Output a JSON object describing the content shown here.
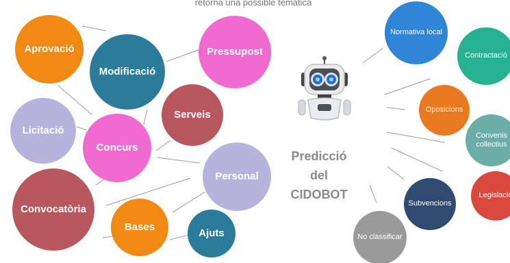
{
  "subtitle": "retorna una possible temàtica",
  "input_bubbles": [
    {
      "key": "aprovacio",
      "label": "Aprovació"
    },
    {
      "key": "modificacio",
      "label": "Modificació"
    },
    {
      "key": "pressupost",
      "label": "Pressupost"
    },
    {
      "key": "serveis",
      "label": "Serveis"
    },
    {
      "key": "licitacio",
      "label": "Licitació"
    },
    {
      "key": "concurs",
      "label": "Concurs"
    },
    {
      "key": "personal",
      "label": "Personal"
    },
    {
      "key": "convocatoria",
      "label": "Convocatòria"
    },
    {
      "key": "bases",
      "label": "Bases"
    },
    {
      "key": "ajuts",
      "label": "Ajuts"
    }
  ],
  "prediction_label": [
    "Predicció",
    "del",
    "CIDOBOT"
  ],
  "output_categories": [
    {
      "key": "normativa",
      "label": "Normativa local"
    },
    {
      "key": "contractacio",
      "label": "Contractació"
    },
    {
      "key": "oposicions",
      "label": "Oposicions"
    },
    {
      "key": "convenis",
      "label": "Convenis collectius"
    },
    {
      "key": "legislacio",
      "label": "Legislació"
    },
    {
      "key": "subvencions",
      "label": "Subvencions"
    },
    {
      "key": "noclassificar",
      "label": "No classificar"
    }
  ],
  "colors": {
    "orange": "#f08a12",
    "teal_blue": "#2b7b9a",
    "pink": "#f06ad0",
    "rose": "#b8585e",
    "lavender": "#b6b4dc",
    "blue": "#2f86d6",
    "green": "#26b290",
    "sage": "#6aaea7",
    "red": "#d8483c",
    "navy": "#2f4b70",
    "gray": "#9a9a9a"
  },
  "icons": {
    "robot": "robot-icon"
  }
}
